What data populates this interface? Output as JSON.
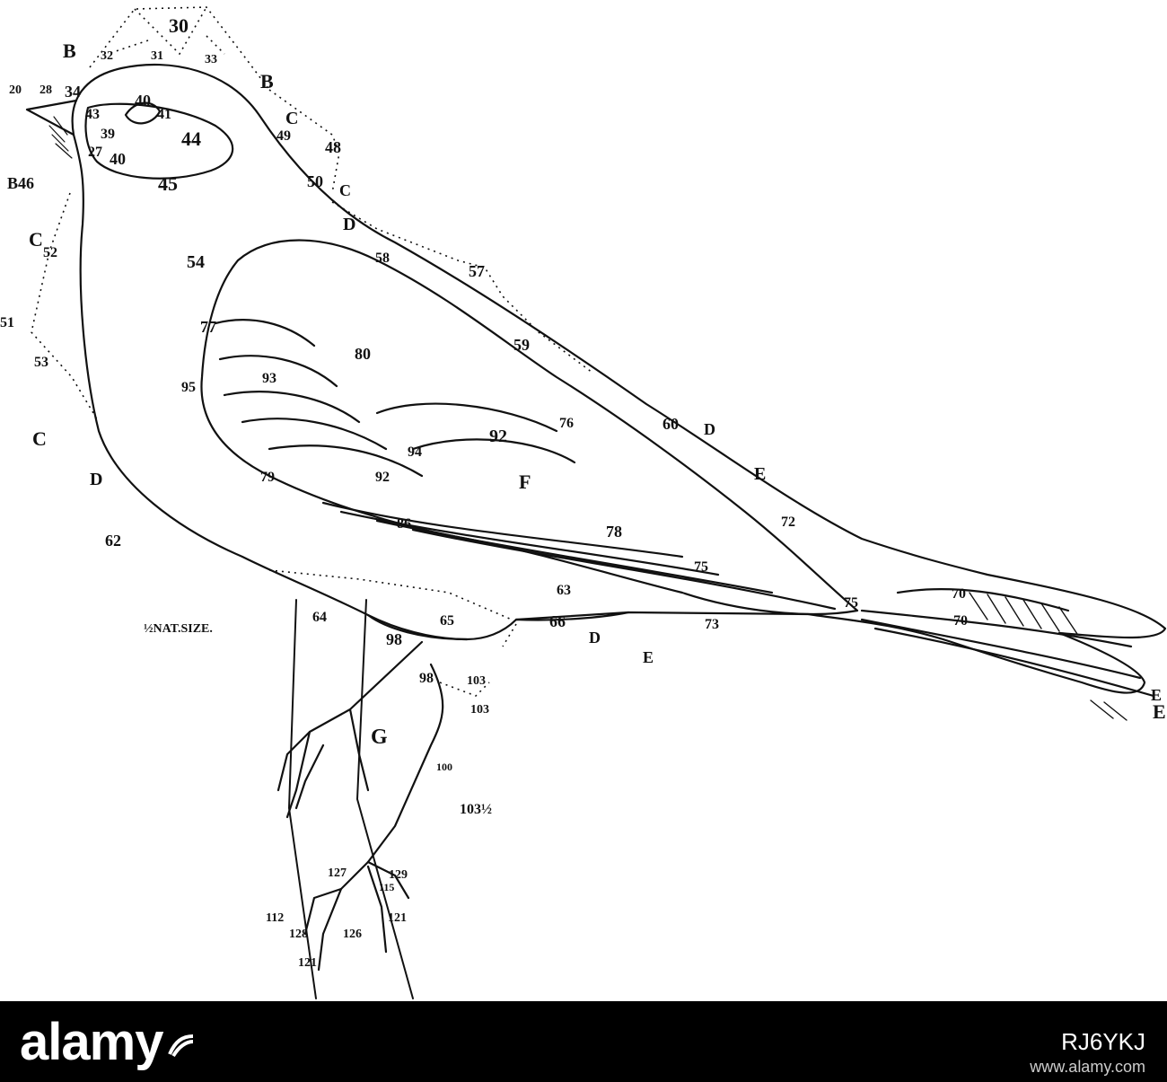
{
  "figure": {
    "scale_note": "½NAT.SIZE.",
    "labels": [
      "30",
      "B",
      "32",
      "31",
      "33",
      "B",
      "C",
      "20",
      "28",
      "34",
      "40",
      "43",
      "41",
      "44",
      "39",
      "27",
      "40",
      "49",
      "48",
      "B46",
      "45",
      "50",
      "C",
      "D",
      "C",
      "52",
      "54",
      "58",
      "57",
      "51",
      "53",
      "77",
      "59",
      "80",
      "93",
      "95",
      "C",
      "D",
      "76",
      "60",
      "D",
      "E",
      "94",
      "92",
      "92",
      "79",
      "F",
      "E",
      "62",
      "86",
      "72",
      "78",
      "75",
      "70",
      "63",
      "64",
      "66",
      "75",
      "70",
      "65",
      "73",
      "½NAT.SIZE.",
      "98",
      "D",
      "E",
      "E",
      "98",
      "103",
      "103",
      "G",
      "100",
      "103½",
      "127",
      "129",
      "115",
      "112",
      "128",
      "126",
      "121",
      "121"
    ]
  },
  "footer": {
    "brand": "alamy",
    "image_id": "RJ6YKJ",
    "url": "www.alamy.com",
    "colors": {
      "background": "#000000",
      "text": "#ffffff"
    }
  }
}
